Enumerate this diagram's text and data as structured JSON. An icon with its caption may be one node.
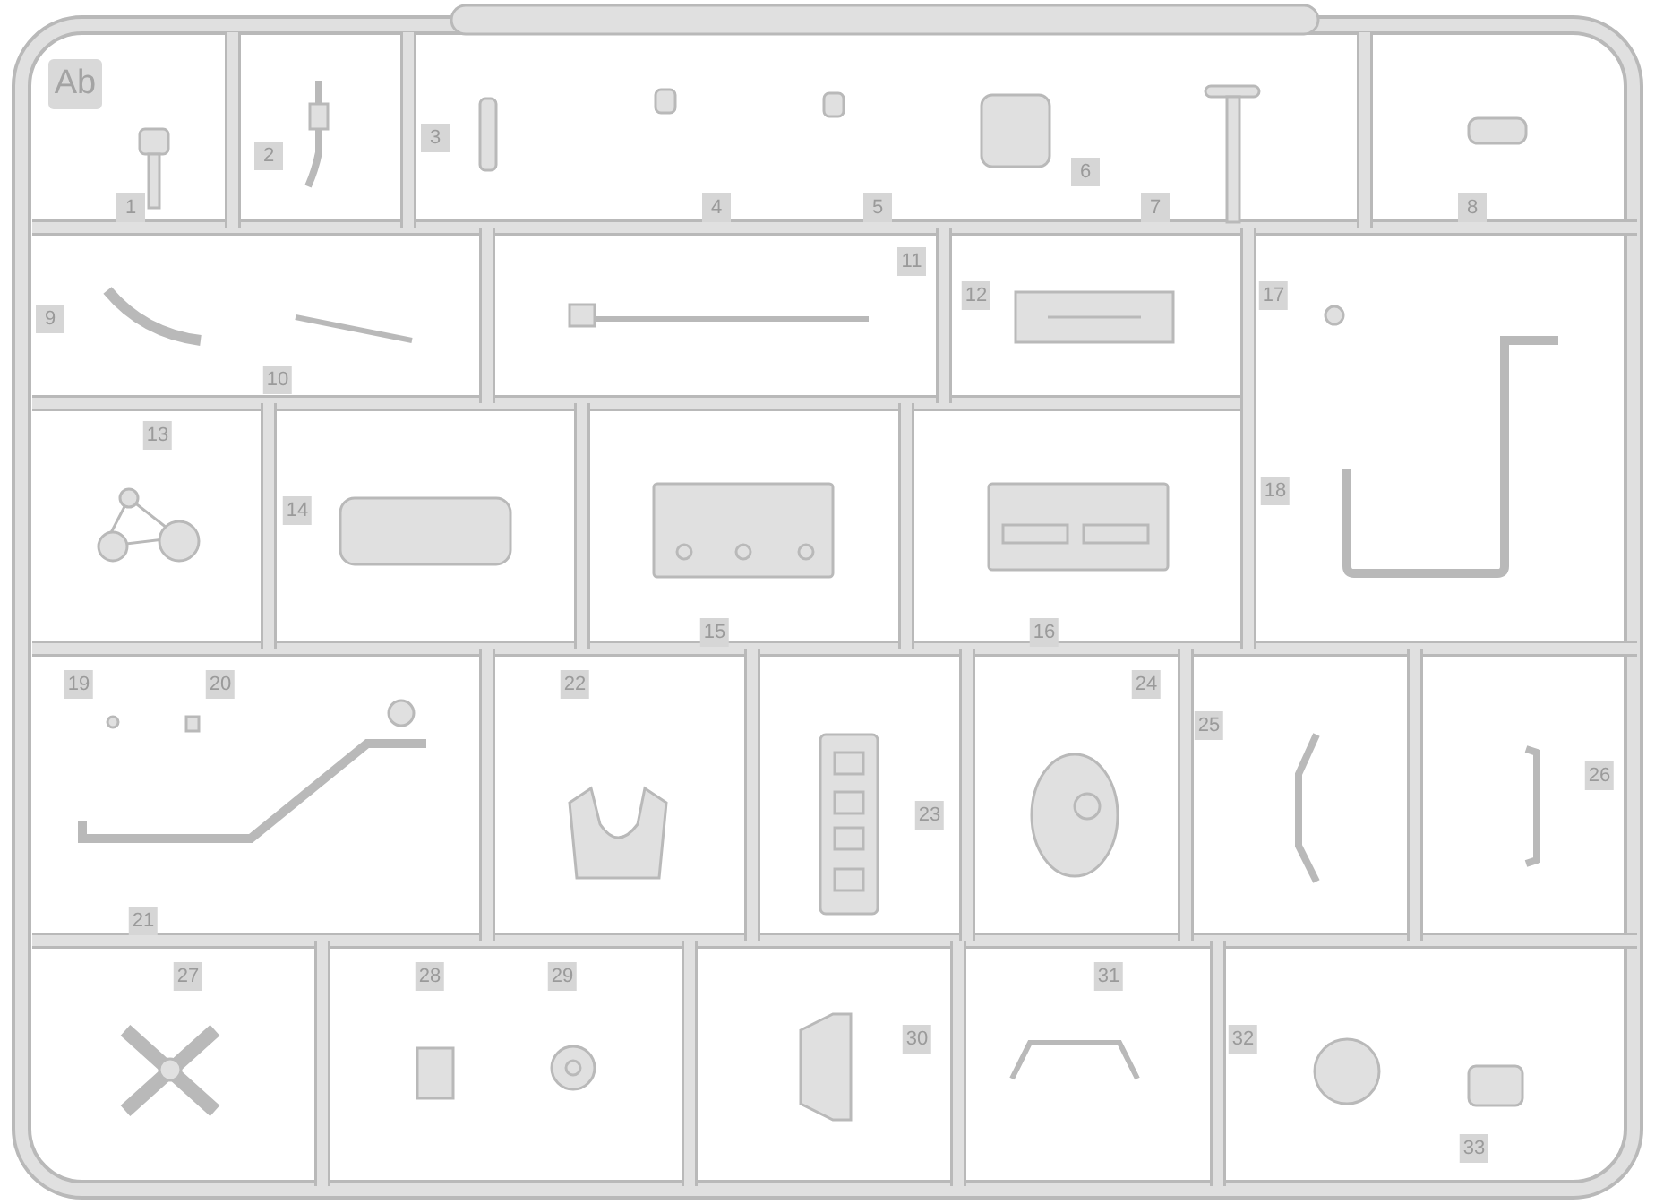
{
  "diagram": {
    "labels": [
      "Ab",
      "1",
      "2",
      "3",
      "4",
      "5",
      "6",
      "7",
      "8",
      "9",
      "10",
      "11",
      "12",
      "13",
      "14",
      "15",
      "16",
      "17",
      "18",
      "19",
      "20",
      "21",
      "22",
      "23",
      "24",
      "25",
      "26",
      "27",
      "28",
      "29",
      "30",
      "31",
      "32",
      "33"
    ]
  }
}
